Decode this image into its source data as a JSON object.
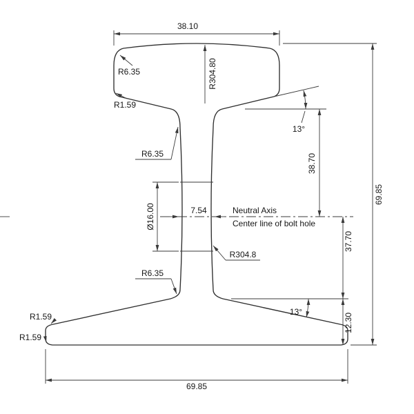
{
  "drawing": {
    "labels": {
      "head_width": "38.10",
      "head_top_radius": "R6.35",
      "crown_radius": "R304.80",
      "head_bottom_radius": "R1.59",
      "head_angle": "13°",
      "web_top_fillet": "R6.35",
      "head_to_axis": "38.70",
      "bolt_hole_diameter": "Ø16.00",
      "web_thickness": "7.54",
      "neutral_axis": "Neutral Axis",
      "bolt_hole_centerline": "Center line of bolt hole",
      "web_radius": "R304.8",
      "axis_to_base": "37.70",
      "total_height": "69.85",
      "web_bottom_fillet": "R6.35",
      "base_angle": "13°",
      "base_top_radius": "R1.59",
      "base_height": "12.30",
      "base_bottom_radius": "R1.59",
      "base_width": "69.85"
    },
    "colors": {
      "line": "#2e2e2e",
      "text": "#161616",
      "background": "#ffffff"
    }
  }
}
